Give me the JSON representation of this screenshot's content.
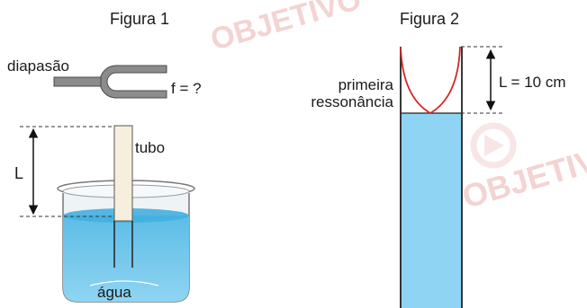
{
  "watermark": {
    "text_1": "OBJETIVO",
    "text_2": "OBJETIVO",
    "color": "#f4d3d3"
  },
  "figure1": {
    "title": "Figura 1",
    "tuning_fork_label": "diapasão",
    "frequency_label": "f = ?",
    "tube_label": "tubo",
    "length_label": "L",
    "water_label": "água",
    "water_color": "#8fd4f2",
    "fork_color": "#8c8c8c"
  },
  "figure2": {
    "title": "Figura 2",
    "resonance_label_line1": "primeira",
    "resonance_label_line2": "ressonância",
    "length_label": "L = 10 cm",
    "water_color": "#8fd4f2",
    "wave_color": "#d62424"
  }
}
